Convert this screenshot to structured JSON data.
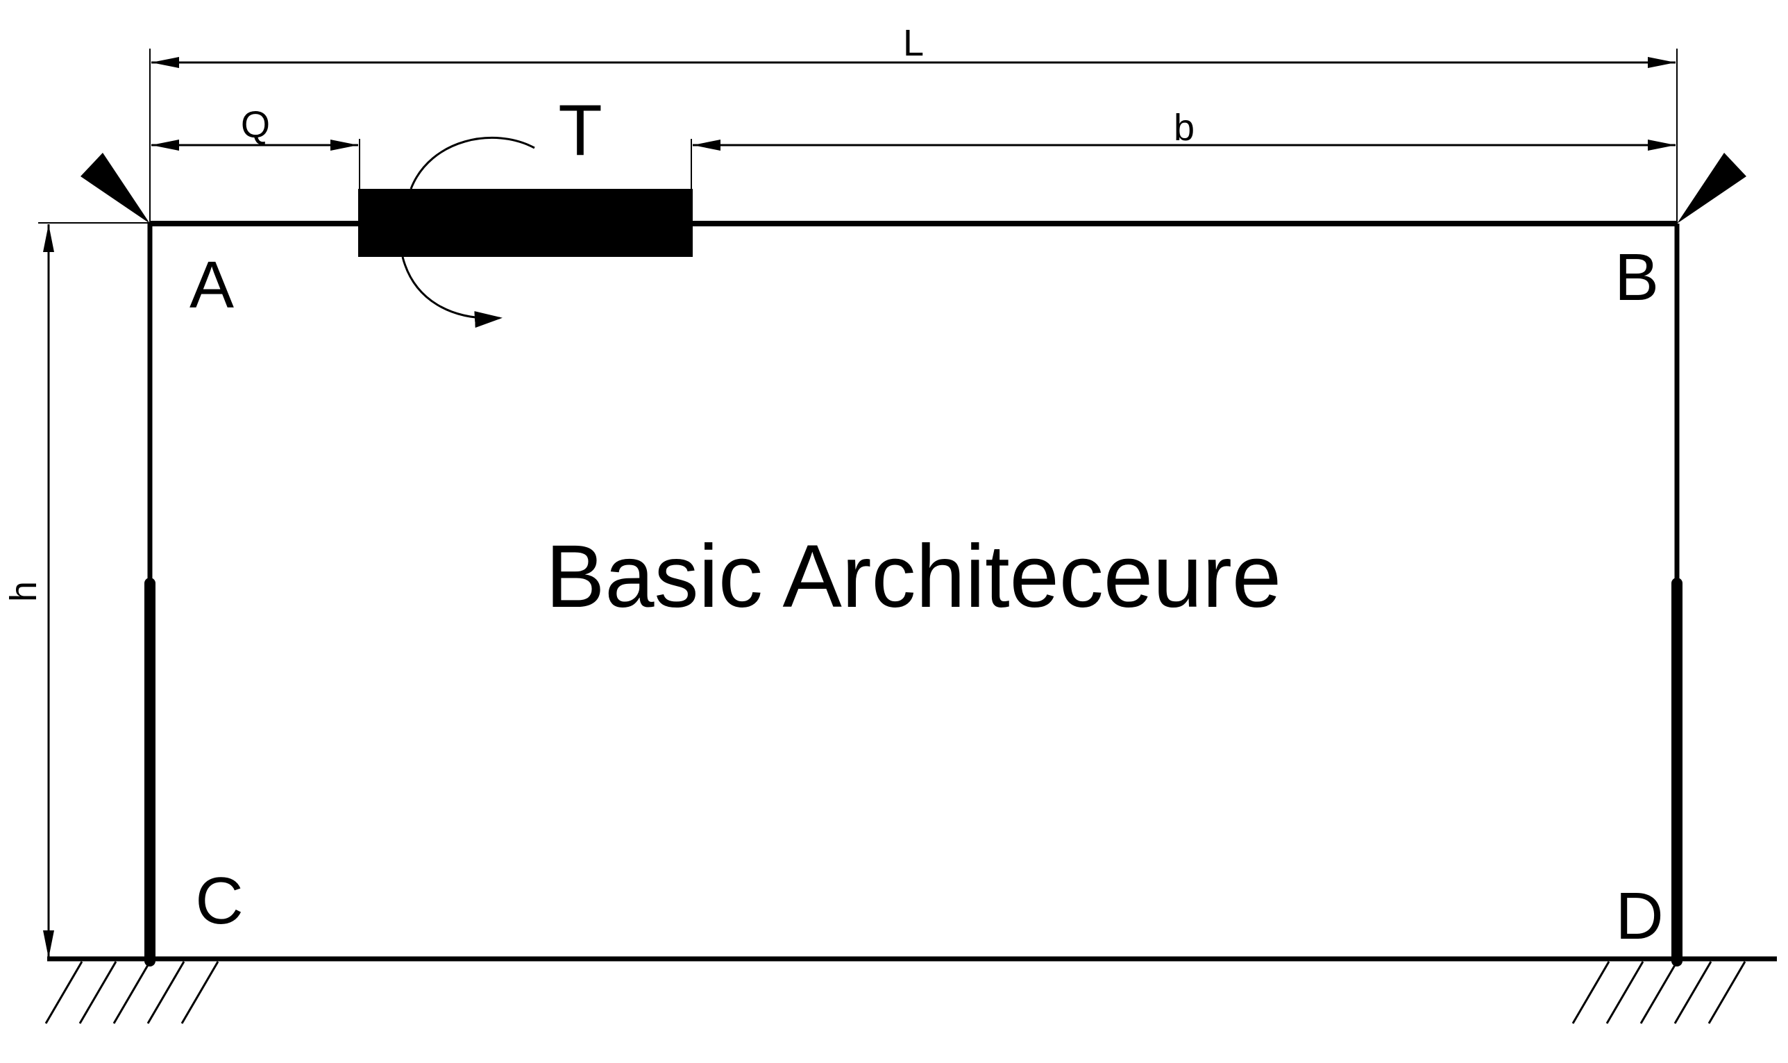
{
  "diagram": {
    "title": "Basic Architeceure",
    "dimensions": {
      "L": "L",
      "Q": "Q",
      "b": "b",
      "h": "h"
    },
    "load": {
      "label": "T"
    },
    "nodes": {
      "A": "A",
      "B": "B",
      "C": "C",
      "D": "D"
    },
    "colors": {
      "stroke": "#000000",
      "background": "#ffffff"
    }
  }
}
